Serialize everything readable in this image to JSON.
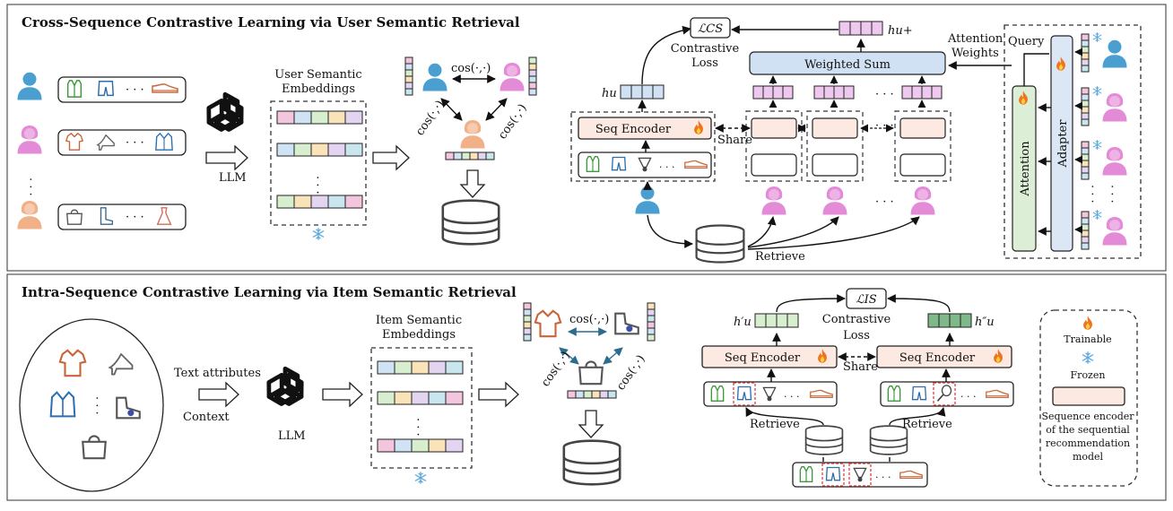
{
  "panels": {
    "cross": {
      "title": "Cross-Sequence Contrastive Learning via User Semantic Retrieval",
      "llm": "LLM",
      "embeddings_title_line1": "User Semantic",
      "embeddings_title_line2": "Embeddings",
      "cos": "cos(·,·)",
      "loss_symbol": "ℒCS",
      "loss_line1": "Contrastive",
      "loss_line2": "Loss",
      "h_u": "hu",
      "h_u_plus": "hu+",
      "weighted_sum": "Weighted Sum",
      "attention_weights_line1": "Attention",
      "attention_weights_line2": "Weights",
      "query": "Query",
      "seq_encoder": "Seq Encoder",
      "share": "Share",
      "retrieve": "Retrieve",
      "attention": "Attention",
      "adapter": "Adapter",
      "ellipsis": "· · ·"
    },
    "intra": {
      "title": "Intra-Sequence Contrastive Learning via Item Semantic Retrieval",
      "text_attributes": "Text attributes",
      "context": "Context",
      "llm": "LLM",
      "embeddings_title_line1": "Item Semantic",
      "embeddings_title_line2": "Embeddings",
      "cos": "cos(·,·)",
      "loss_symbol": "ℒIS",
      "loss_line1": "Contrastive",
      "loss_line2": "Loss",
      "h_u_prime": "h′u",
      "h_u_dprime": "h″u",
      "seq_encoder": "Seq Encoder",
      "share": "Share",
      "retrieve": "Retrieve"
    }
  },
  "legend": {
    "trainable": "Trainable",
    "frozen": "Frozen",
    "encoder_line1": "Sequence encoder",
    "encoder_line2": "of the sequential",
    "encoder_line3": "recommendation",
    "encoder_line4": "model"
  },
  "colors": {
    "user_blue": "#4a9fd0",
    "user_pink": "#e48bd8",
    "user_peach": "#f2b088",
    "encoder_fill": "#fbe9e2",
    "weighted_sum_fill": "#cfe1f3",
    "attention_fill": "#dcefd6",
    "adapter_fill": "#dbe7f5",
    "embedding_palette": [
      "#f3c6dd",
      "#cfe3f5",
      "#d8efcf",
      "#fbe3b9",
      "#e3d4f1",
      "#c9e6ef"
    ]
  }
}
